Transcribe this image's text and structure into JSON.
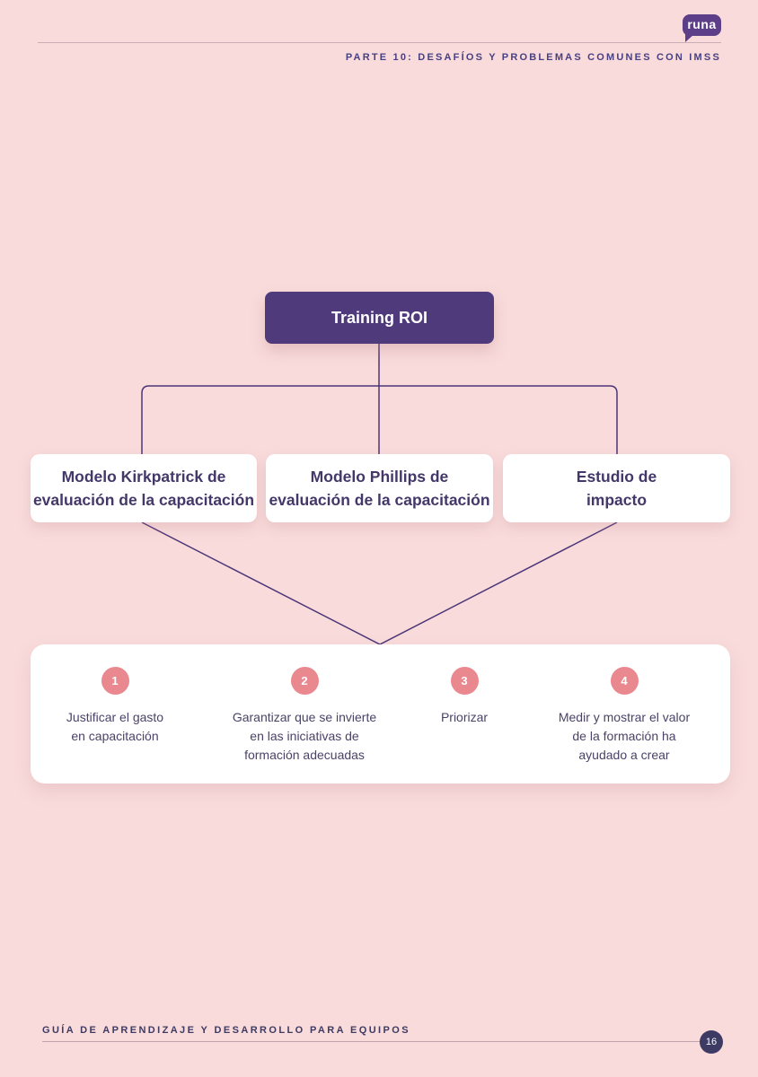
{
  "header": {
    "logo_text": "runa",
    "title": "PARTE 10: DESAFÍOS Y PROBLEMAS COMUNES CON IMSS"
  },
  "diagram": {
    "root": {
      "label": "Training ROI"
    },
    "branches": [
      {
        "label": "Modelo Kirkpatrick de\nevaluación de la capacitación"
      },
      {
        "label": "Modelo Phillips de\nevaluación de la capacitación"
      },
      {
        "label": "Estudio de\nimpacto"
      }
    ],
    "outcomes": [
      {
        "number": "1",
        "text": "Justificar el gasto\nen capacitación"
      },
      {
        "number": "2",
        "text": "Garantizar que se invierte\nen las iniciativas de\nformación adecuadas"
      },
      {
        "number": "3",
        "text": "Priorizar"
      },
      {
        "number": "4",
        "text": "Medir y mostrar el valor\nde la formación ha\nayudado a crear"
      }
    ]
  },
  "footer": {
    "title": "GUÍA DE APRENDIZAJE Y DESARROLLO PARA EQUIPOS",
    "page_number": "16"
  },
  "colors": {
    "page_background": "#f9dbdb",
    "brand_purple": "#5d3e88",
    "root_box_purple": "#4f3b7b",
    "connector_purple": "#4a3477",
    "title_text_purple": "#443769",
    "header_text_purple": "#474083",
    "footer_text_navy": "#3e3b63",
    "outcome_circle_salmon": "#e9898f",
    "page_badge_navy": "#3d3a63",
    "card_white": "#ffffff"
  }
}
